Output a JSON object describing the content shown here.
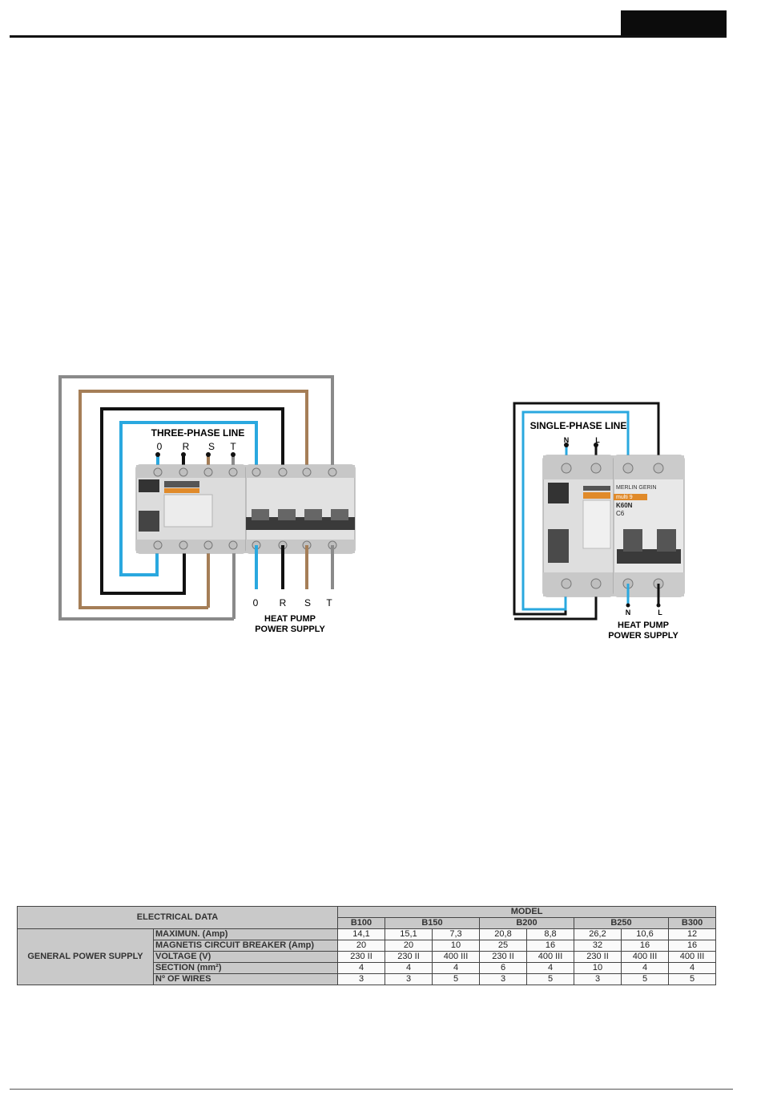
{
  "diagram_three_phase": {
    "title": "THREE-PHASE LINE",
    "top_terminals": [
      "0",
      "R",
      "S",
      "T"
    ],
    "bottom_terminals": [
      "0",
      "R",
      "S",
      "T"
    ],
    "supply_label_1": "HEAT PUMP",
    "supply_label_2": "POWER SUPPLY"
  },
  "diagram_single_phase": {
    "title": "SINGLE-PHASE LINE",
    "top_terminals": [
      "N",
      "L"
    ],
    "bottom_terminals": [
      "N",
      "L"
    ],
    "supply_label_1": "HEAT PUMP",
    "supply_label_2": "POWER SUPPLY",
    "breaker_brand": "MERLIN GERIN",
    "breaker_series": "multi 9",
    "breaker_model": "K60N",
    "breaker_rating": "C6"
  },
  "colors": {
    "neutral_wire": "#2aa8df",
    "black_wire": "#111111",
    "brown_wire": "#a57e57",
    "grey_wire": "#8a8a8a"
  },
  "table": {
    "header_left": "ELECTRICAL DATA",
    "header_model": "MODEL",
    "models": [
      "B100",
      "B150",
      "B200",
      "B250",
      "B300"
    ],
    "group_label": "GENERAL POWER SUPPLY",
    "rows": [
      {
        "label": "MAXIMUN. (Amp)",
        "values": [
          "14,1",
          "15,1",
          "7,3",
          "20,8",
          "8,8",
          "26,2",
          "10,6",
          "12"
        ]
      },
      {
        "label": "MAGNETIS CIRCUIT BREAKER (Amp)",
        "values": [
          "20",
          "20",
          "10",
          "25",
          "16",
          "32",
          "16",
          "16"
        ]
      },
      {
        "label": "VOLTAGE (V)",
        "values": [
          "230 II",
          "230 II",
          "400 III",
          "230 II",
          "400 III",
          "230 II",
          "400 III",
          "400 III"
        ]
      },
      {
        "label": "SECTION (mm²)",
        "values": [
          "4",
          "4",
          "4",
          "6",
          "4",
          "10",
          "4",
          "4"
        ]
      },
      {
        "label": "Nº OF WIRES",
        "values": [
          "3",
          "3",
          "5",
          "3",
          "5",
          "3",
          "5",
          "5"
        ]
      }
    ]
  }
}
